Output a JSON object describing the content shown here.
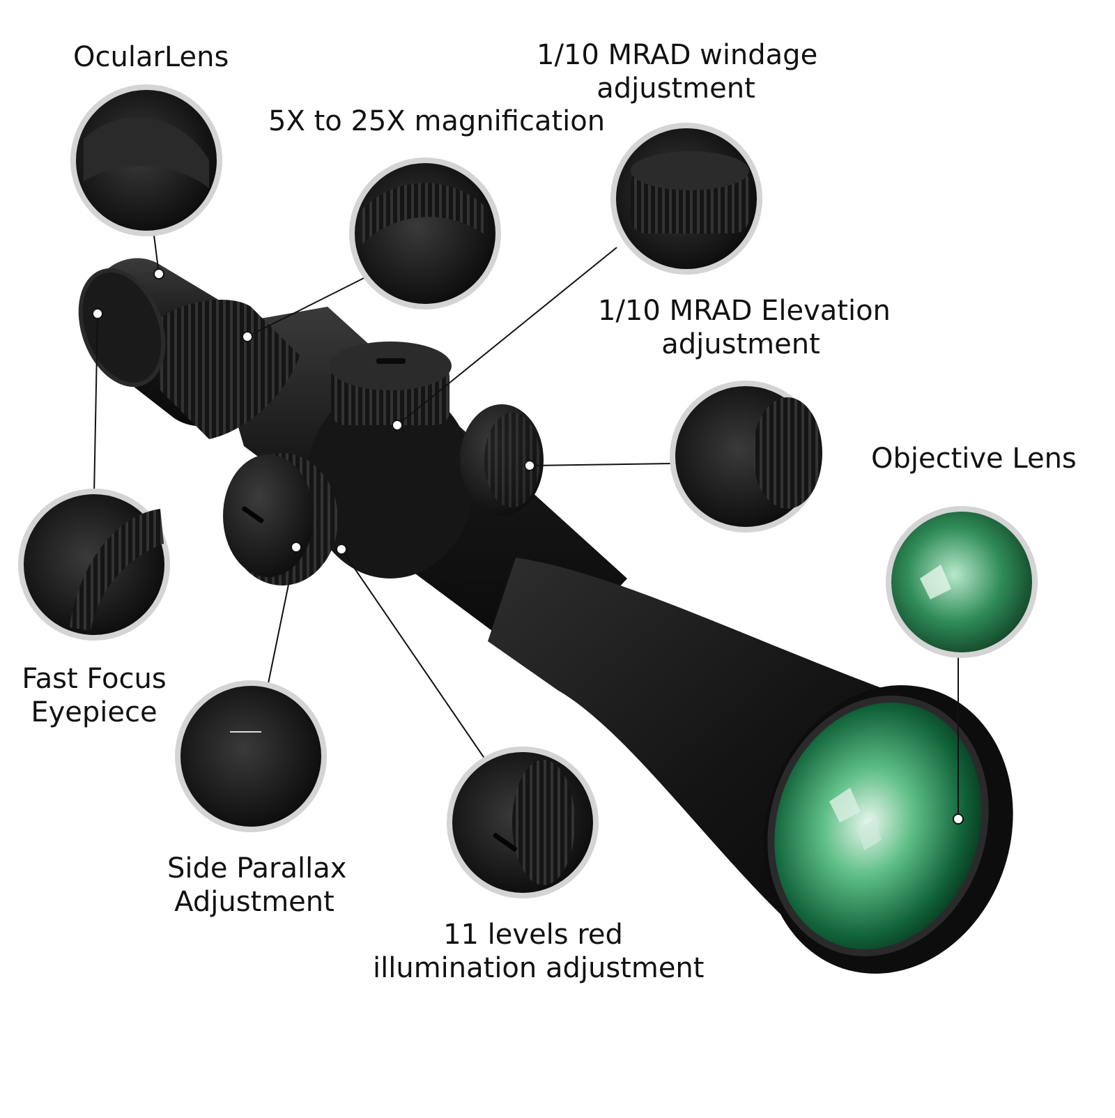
{
  "labels": {
    "ocular_lens": "OcularLens",
    "magnification": "5X to 25X magnification",
    "windage": {
      "line1": "1/10 MRAD windage",
      "line2": "adjustment"
    },
    "elevation": {
      "line1": "1/10 MRAD Elevation",
      "line2": "adjustment"
    },
    "objective_lens": "Objective Lens",
    "fast_focus": {
      "line1": "Fast Focus",
      "line2": "Eyepiece"
    },
    "side_parallax": {
      "line1": "Side Parallax",
      "line2": "Adjustment"
    },
    "illumination": {
      "line1": "11 levels red",
      "line2": "illumination adjustment"
    }
  },
  "colors": {
    "scope_body": "#1c1c1c",
    "lens_green": "#1f9e55",
    "callout_ring": "#cfcfcf",
    "text": "#111111"
  },
  "icons": {
    "callout_marker": "white-dot"
  }
}
